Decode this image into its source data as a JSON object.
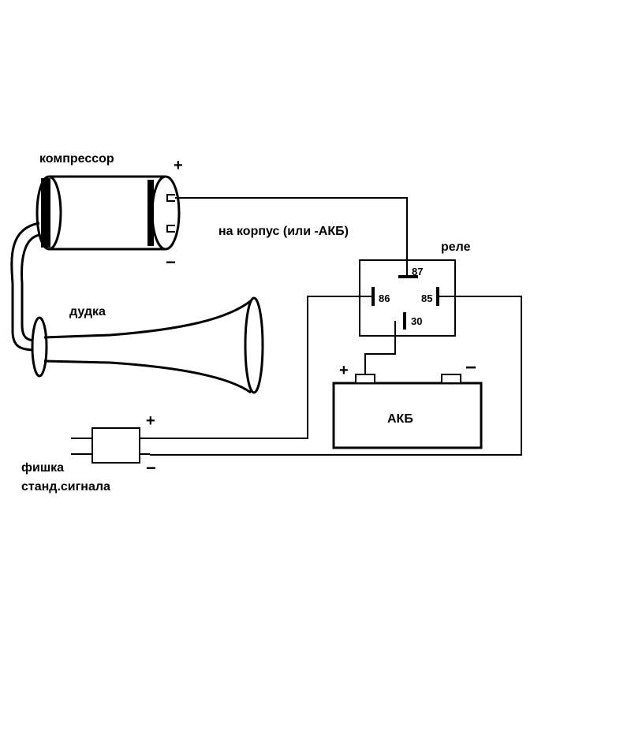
{
  "labels": {
    "compressor": "компрессор",
    "ground": "на корпус (или -АКБ)",
    "relay": "реле",
    "horn": "дудка",
    "battery": "АКБ",
    "connector_line1": "фишка",
    "connector_line2": "станд.сигнала"
  },
  "pins": {
    "p87": "87",
    "p86": "86",
    "p85": "85",
    "p30": "30"
  },
  "signs": {
    "plus": "+",
    "minus": "−"
  },
  "colors": {
    "line": "#000000",
    "background": "#ffffff"
  }
}
